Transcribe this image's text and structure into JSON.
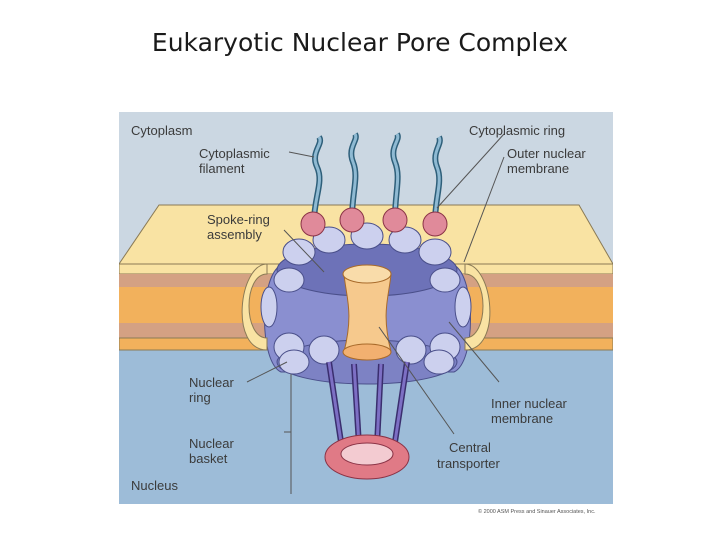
{
  "title": "Eukaryotic Nuclear Pore Complex",
  "labels": {
    "cytoplasm": "Cytoplasm",
    "cytoplasmic_ring": "Cytoplasmic ring",
    "cytoplasmic_filament_1": "Cytoplasmic",
    "cytoplasmic_filament_2": "filament",
    "outer_membrane_1": "Outer nuclear",
    "outer_membrane_2": "membrane",
    "spoke_ring_1": "Spoke-ring",
    "spoke_ring_2": "assembly",
    "nuclear_ring_1": "Nuclear",
    "nuclear_ring_2": "ring",
    "nuclear_basket_1": "Nuclear",
    "nuclear_basket_2": "basket",
    "inner_membrane_1": "Inner nuclear",
    "inner_membrane_2": "membrane",
    "central_transporter_1": "Central",
    "central_transporter_2": "transporter",
    "nucleus": "Nucleus"
  },
  "credit": "© 2000 ASM Press and Sinauer Associates, Inc.",
  "colors": {
    "cytoplasm": "#cbd7e2",
    "nucleus": "#9dbcd8",
    "membrane_outer": "#f9e3a3",
    "membrane_lumen": "#d4a183",
    "membrane_inner": "#f2b15c",
    "pore_body": "#8a8fd0",
    "subunit": "#ccd0ee",
    "filament_knob": "#e08a9a",
    "transporter": "#f6c98d",
    "basket_ring": "#e07a86"
  }
}
